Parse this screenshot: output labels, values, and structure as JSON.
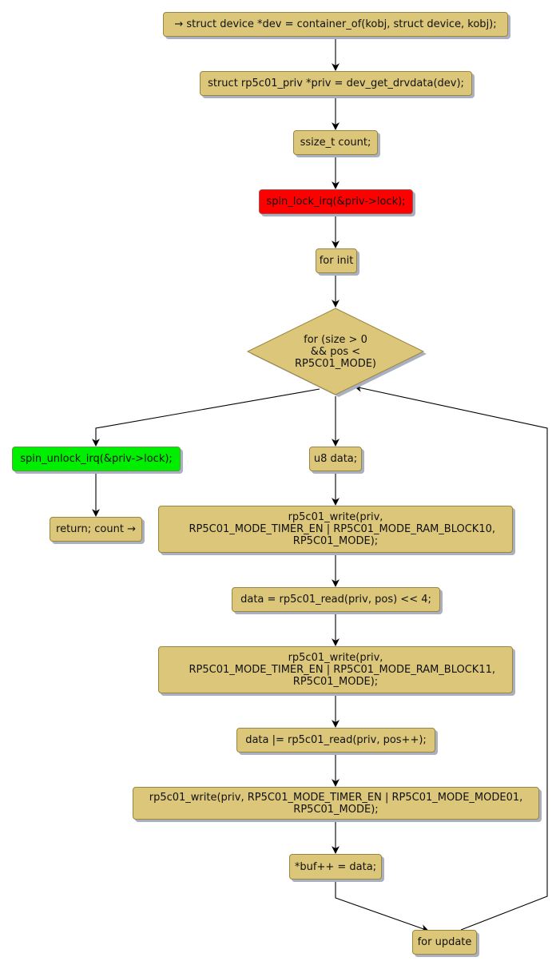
{
  "diagram": {
    "type": "flowchart",
    "colors": {
      "node_fill": "#dcc67a",
      "node_border": "#9a8540",
      "lock_fill": "#ff0000",
      "unlock_fill": "#00ee00",
      "shadow": "#a9b0c0",
      "edge": "#000000"
    },
    "nodes": {
      "n1": "→ struct device *dev = container_of(kobj, struct device, kobj);",
      "n2": "struct rp5c01_priv *priv = dev_get_drvdata(dev);",
      "n3": "ssize_t count;",
      "n4": "spin_lock_irq(&priv->lock);",
      "n5": "for init",
      "cond": "for (size > 0\n&& pos <\nRP5C01_MODE)",
      "unlock": "spin_unlock_irq(&priv->lock);",
      "ret": "return; count →",
      "b1": "u8 data;",
      "b2": "rp5c01_write(priv,\n    RP5C01_MODE_TIMER_EN | RP5C01_MODE_RAM_BLOCK10,\nRP5C01_MODE);",
      "b3": "data = rp5c01_read(priv, pos) << 4;",
      "b4": "rp5c01_write(priv,\n    RP5C01_MODE_TIMER_EN | RP5C01_MODE_RAM_BLOCK11,\nRP5C01_MODE);",
      "b5": "data |= rp5c01_read(priv, pos++);",
      "b6": "rp5c01_write(priv, RP5C01_MODE_TIMER_EN | RP5C01_MODE_MODE01,\nRP5C01_MODE);",
      "b7": "*buf++ = data;",
      "upd": "for update"
    },
    "edges": [
      [
        "n1",
        "n2"
      ],
      [
        "n2",
        "n3"
      ],
      [
        "n3",
        "n4"
      ],
      [
        "n4",
        "n5"
      ],
      [
        "n5",
        "cond"
      ],
      [
        "cond",
        "unlock"
      ],
      [
        "unlock",
        "ret"
      ],
      [
        "cond",
        "b1"
      ],
      [
        "b1",
        "b2"
      ],
      [
        "b2",
        "b3"
      ],
      [
        "b3",
        "b4"
      ],
      [
        "b4",
        "b5"
      ],
      [
        "b5",
        "b6"
      ],
      [
        "b6",
        "b7"
      ],
      [
        "b7",
        "upd"
      ],
      [
        "upd",
        "cond"
      ]
    ]
  }
}
